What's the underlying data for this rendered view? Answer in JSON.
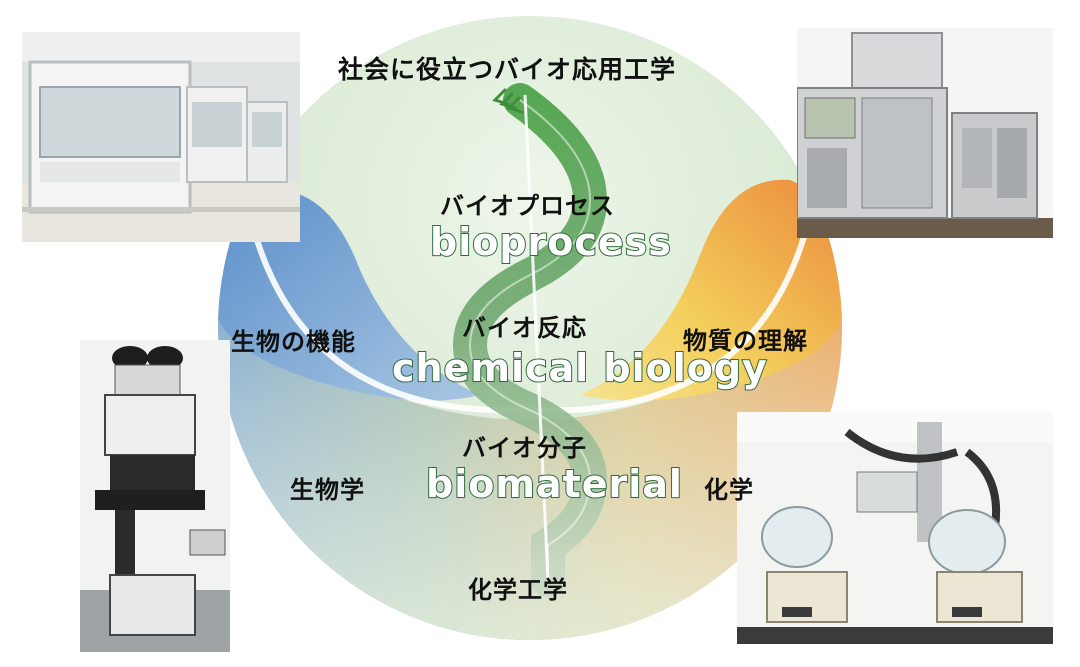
{
  "diagram": {
    "title": "社会に役立つバイオ応用工学",
    "levels": [
      {
        "jp": "バイオプロセス",
        "en": "bioprocess"
      },
      {
        "jp": "バイオ反応",
        "en": "chemical biology"
      },
      {
        "jp": "バイオ分子",
        "en": "biomaterial"
      }
    ],
    "left_labels": {
      "top": "生物の機能",
      "bottom": "生物学"
    },
    "right_labels": {
      "top": "物質の理解",
      "bottom": "化学"
    },
    "bottom_label": "化学工学"
  },
  "colors": {
    "circle_bg": "#dcebd6",
    "blue_lobe": "#6f9ccf",
    "orange_lobe": "#ee9a4a",
    "yellow": "#f2d36b",
    "helix_green": "#3f8e3a",
    "english_outline": "#2e6b3f"
  },
  "photos": [
    {
      "name": "clean-bench-photo"
    },
    {
      "name": "hplc-photo"
    },
    {
      "name": "microscope-photo"
    },
    {
      "name": "rotary-evaporator-photo"
    }
  ]
}
